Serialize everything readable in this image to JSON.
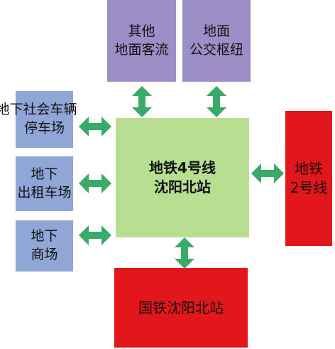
{
  "diagram": {
    "other_flow": [
      "其他",
      "地面客流"
    ],
    "ground_bus_hub": [
      "地面",
      "公交枢纽"
    ],
    "underground_parking": [
      "地下社会车辆",
      "停车场"
    ],
    "underground_taxi": [
      "地下",
      "出租车场"
    ],
    "underground_mall": [
      "地下",
      "商场"
    ],
    "center_station": [
      "地铁4号线",
      "沈阳北站"
    ],
    "metro_line2": [
      "地铁",
      "2号线"
    ],
    "railway_station": "国铁沈阳北站",
    "colors": {
      "purple_box": "#9c8fc8",
      "blue_box": "#8fa6d6",
      "green_center": "#b7de91",
      "red_box": "#e3161b",
      "arrow": "#3aaa6a"
    }
  }
}
